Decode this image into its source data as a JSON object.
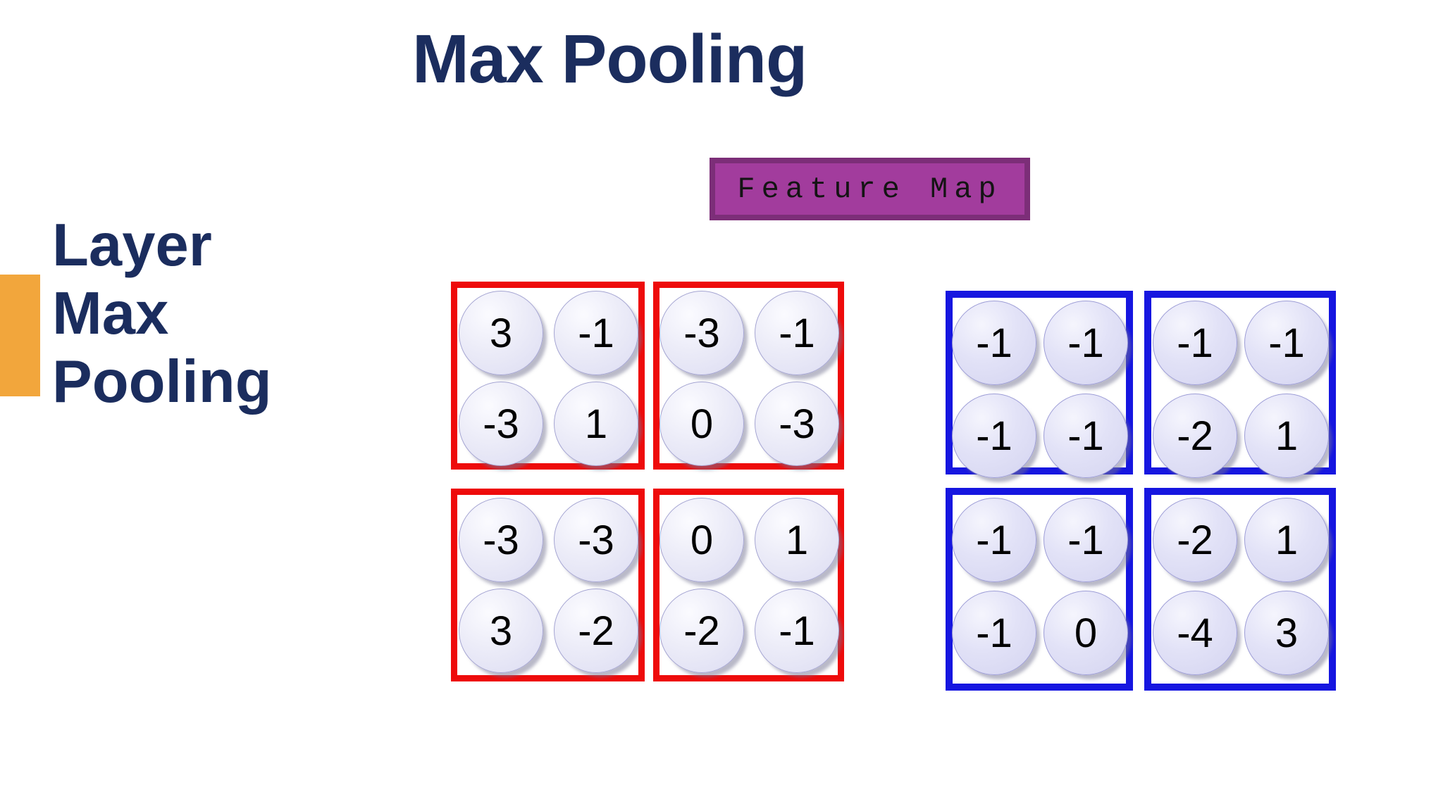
{
  "slide": {
    "title": "Max Pooling",
    "side_label": "Layer\nMax\nPooling",
    "feature_map_tag": "Feature Map"
  },
  "colors": {
    "title_navy": "#1b2d5e",
    "accent_orange": "#f2a63c",
    "feature_tag_fill": "#a23c9d",
    "feature_tag_border": "#7c2e78",
    "group1_border_red": "#ee0b0b",
    "group2_border_blue": "#1616e0",
    "cell_fill": "#e6e6f6"
  },
  "feature_maps": [
    {
      "id": "feature-map-1",
      "border_color": "#ee0b0b",
      "boxes": [
        {
          "values": [
            "3",
            "-1",
            "-3",
            "1"
          ]
        },
        {
          "values": [
            "-3",
            "-1",
            "0",
            "-3"
          ]
        },
        {
          "values": [
            "-3",
            "-3",
            "3",
            "-2"
          ]
        },
        {
          "values": [
            "0",
            "1",
            "-2",
            "-1"
          ]
        }
      ]
    },
    {
      "id": "feature-map-2",
      "border_color": "#1616e0",
      "boxes": [
        {
          "values": [
            "-1",
            "-1",
            "-1",
            "-1"
          ]
        },
        {
          "values": [
            "-1",
            "-1",
            "-2",
            "1"
          ]
        },
        {
          "values": [
            "-1",
            "-1",
            "-1",
            "0"
          ]
        },
        {
          "values": [
            "-2",
            "1",
            "-4",
            "3"
          ]
        }
      ]
    }
  ]
}
